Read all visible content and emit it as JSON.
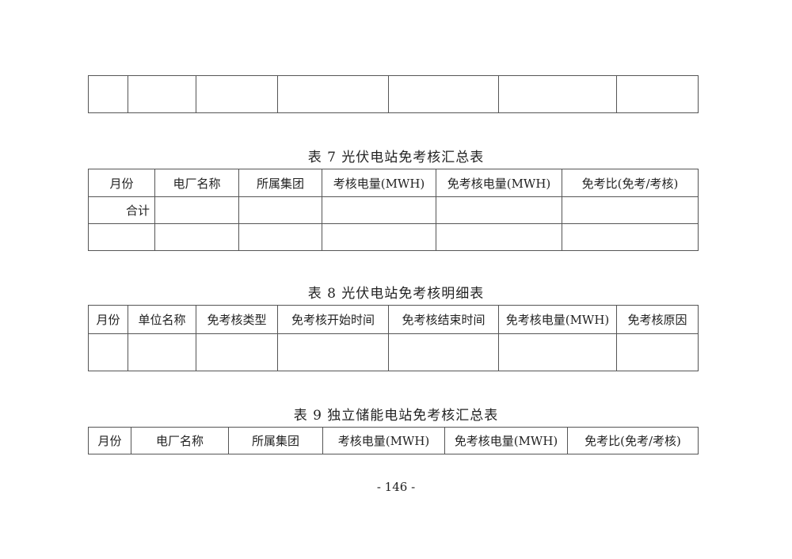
{
  "table6_cont": {
    "rows": 1
  },
  "table7": {
    "title": "表 7  光伏电站免考核汇总表",
    "headers": [
      "月份",
      "电厂名称",
      "所属集团",
      "考核电量(MWH)",
      "免考核电量(MWH)",
      "免考比(免考/考核)"
    ],
    "total_label": "合计"
  },
  "table8": {
    "title": "表 8  光伏电站免考核明细表",
    "headers": [
      "月份",
      "单位名称",
      "免考核类型",
      "免考核开始时间",
      "免考核结束时间",
      "免考核电量(MWH)",
      "免考核原因"
    ]
  },
  "table9": {
    "title": "表 9  独立储能电站免考核汇总表",
    "headers": [
      "月份",
      "电厂名称",
      "所属集团",
      "考核电量(MWH)",
      "免考核电量(MWH)",
      "免考比(免考/考核)"
    ]
  },
  "page_number": "- 146 -"
}
